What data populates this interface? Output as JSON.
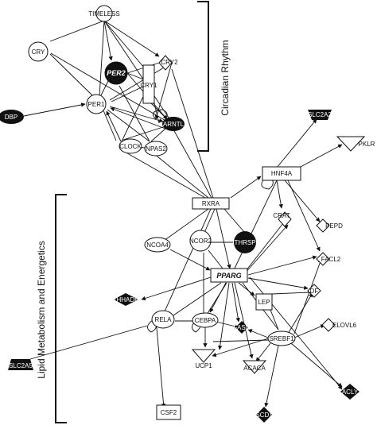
{
  "groups": {
    "circadian": "Circadian Rhythm",
    "lipid": "Lipid Metabolism and Energetics"
  },
  "nodes": {
    "timeless": "TIMELESS",
    "cry": "CRY",
    "per2": "PER2",
    "cry2": "CRY2",
    "cry1": "CRY1",
    "per1": "PER1",
    "dbp": "DBP",
    "arntl": "ARNTL",
    "clock": "CLOCK",
    "npas2": "NPAS2",
    "slc2a2": "SLC2A2",
    "pklr": "PKLR",
    "hnf4a": "HNF4A",
    "rxra": "RXRA",
    "crat": "CRAT",
    "pepd": "PEPD",
    "ncoa4": "NCOA4",
    "ncor2": "NCOR2",
    "thrsp": "THRSP",
    "facl2": "FACL2",
    "pparg": "PPARG",
    "ehhadh": "EHHADH",
    "df": "DF",
    "lep": "LEP",
    "rela": "RELA",
    "cebpa": "CEBPA",
    "fasn": "FASN",
    "elovl6": "ELOVL6",
    "srebf1": "SREBF1",
    "slc2a5": "SLC2A5",
    "ucp1": "UCP1",
    "acaca": "ACACA",
    "acly": "ACLY",
    "csf2": "CSF2",
    "scd1": "SCD1"
  }
}
